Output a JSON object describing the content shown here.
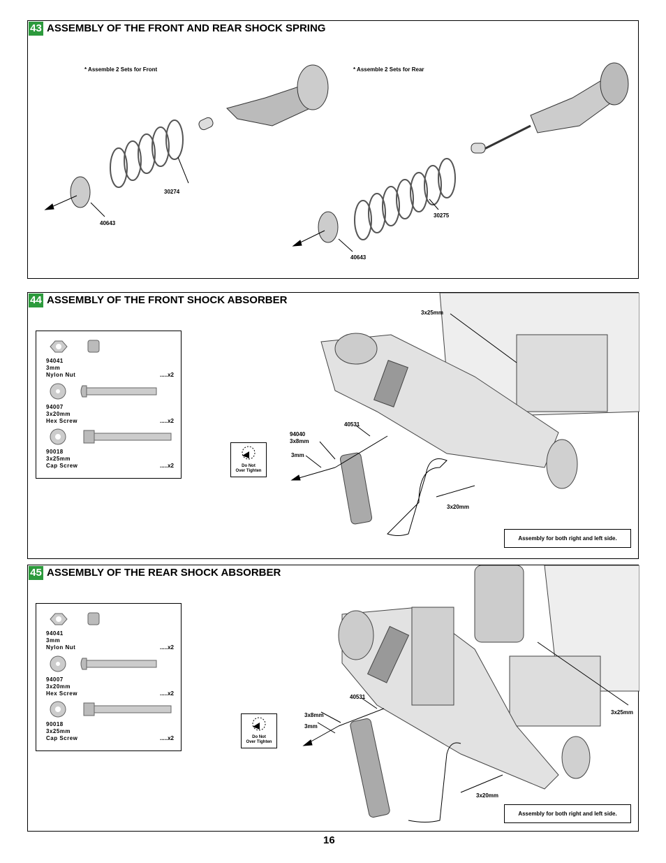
{
  "sections": [
    {
      "number": "43",
      "title": "ASSEMBLY OF THE FRONT AND REAR SHOCK SPRING",
      "notes": [
        "* Assemble 2 Sets for Front",
        "* Assemble 2 Sets for Rear"
      ],
      "callouts": [
        "30274",
        "40643",
        "30275",
        "40643"
      ]
    },
    {
      "number": "44",
      "title": "ASSEMBLY OF THE FRONT SHOCK ABSORBER",
      "parts": [
        {
          "code": "94041",
          "size": "3mm",
          "name": "Nylon Nut",
          "qty": ".....x2"
        },
        {
          "code": "94007",
          "size": "3x20mm",
          "name": "Hex Screw",
          "qty": ".....x2"
        },
        {
          "code": "90018",
          "size": "3x25mm",
          "name": "Cap Screw",
          "qty": ".....x2"
        }
      ],
      "callouts": {
        "top_screw": "3x25mm",
        "spacer_code": "94040",
        "spacer_size": "3x8mm",
        "ball": "40531",
        "nut": "3mm",
        "bottom_screw": "3x20mm"
      },
      "warning": [
        "Do Not",
        "Over Tighten"
      ],
      "footnote": "Assembly for both right and left side."
    },
    {
      "number": "45",
      "title": "ASSEMBLY OF THE REAR SHOCK ABSORBER",
      "parts": [
        {
          "code": "94041",
          "size": "3mm",
          "name": "Nylon Nut",
          "qty": ".....x2"
        },
        {
          "code": "94007",
          "size": "3x20mm",
          "name": "Hex Screw",
          "qty": ".....x2"
        },
        {
          "code": "90018",
          "size": "3x25mm",
          "name": "Cap Screw",
          "qty": ".....x2"
        }
      ],
      "callouts": {
        "ball": "40531",
        "spacer": "3x8mm",
        "nut": "3mm",
        "right_screw": "3x25mm",
        "bottom_screw": "3x20mm"
      },
      "warning": [
        "Do Not",
        "Over Tighten"
      ],
      "footnote": "Assembly for both right and left side."
    }
  ],
  "page_number": "16"
}
